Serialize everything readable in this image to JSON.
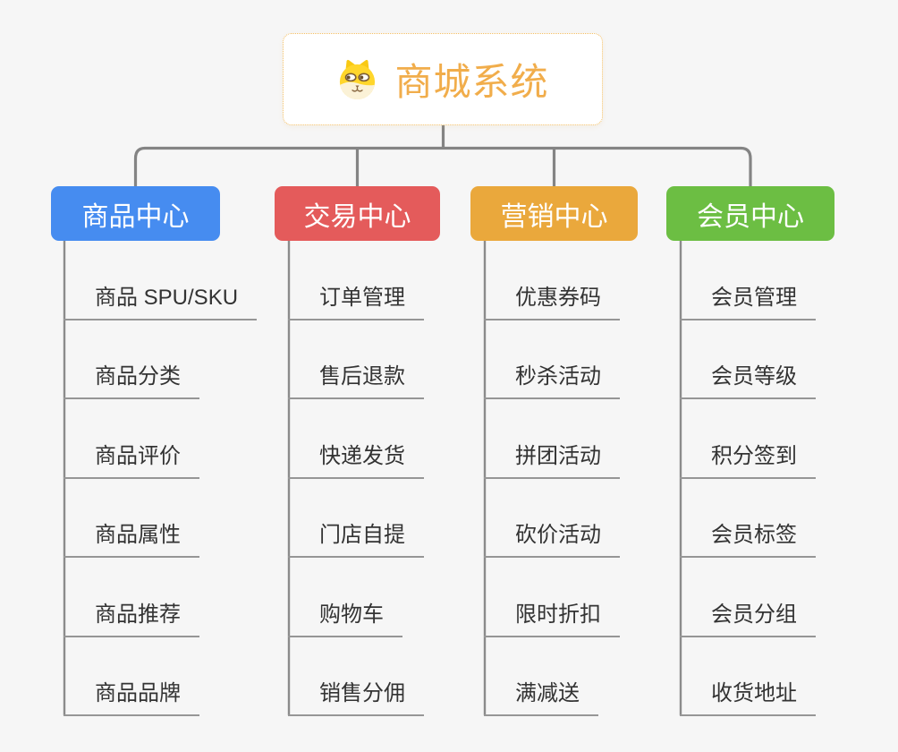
{
  "root": {
    "label": "商城系统",
    "icon": "dog-logo-icon"
  },
  "branches": [
    {
      "label": "商品中心",
      "color": "#468CF0",
      "items": [
        "商品 SPU/SKU",
        "商品分类",
        "商品评价",
        "商品属性",
        "商品推荐",
        "商品品牌"
      ]
    },
    {
      "label": "交易中心",
      "color": "#E45B5B",
      "items": [
        "订单管理",
        "售后退款",
        "快递发货",
        "门店自提",
        "购物车",
        "销售分佣"
      ]
    },
    {
      "label": "营销中心",
      "color": "#EAA83C",
      "items": [
        "优惠券码",
        "秒杀活动",
        "拼团活动",
        "砍价活动",
        "限时折扣",
        "满减送"
      ]
    },
    {
      "label": "会员中心",
      "color": "#6CBE43",
      "items": [
        "会员管理",
        "会员等级",
        "积分签到",
        "会员标签",
        "会员分组",
        "收货地址"
      ]
    }
  ],
  "colors": {
    "background": "#F6F6F6",
    "connector": "#848484",
    "trunk_line": "#8B8B8B",
    "item_underline": "#969696",
    "item_text": "#333333",
    "branch_text": "#FFFFFF",
    "root_text": "#F1AD4B",
    "root_border": "#F3BE62",
    "root_background": "#FFFFFF"
  }
}
